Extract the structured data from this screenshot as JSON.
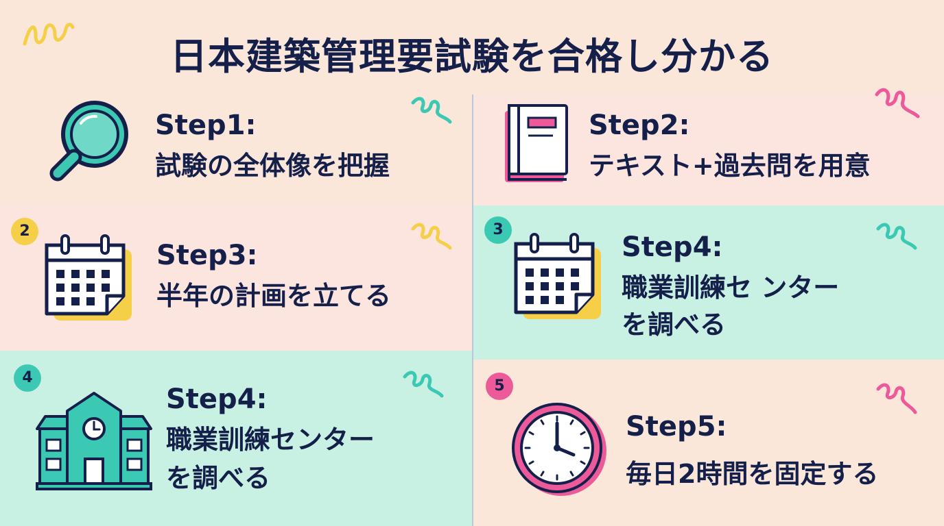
{
  "title": "日本建築管理要試験を合格し分かる",
  "colors": {
    "navy": "#15204a",
    "peach": "#fbe6da",
    "pink_bg": "#fce4df",
    "mint": "#c9f1e3",
    "teal": "#3cc9b4",
    "pink": "#ec5a9a",
    "yellow": "#f6cf49"
  },
  "steps": [
    {
      "label": "Step1:",
      "line1": "試験の全体像を把握",
      "line2": "",
      "icon": "magnifier-icon"
    },
    {
      "label": "Step2:",
      "line1": "テキスト+過去問を用意",
      "line2": "",
      "icon": "book-icon"
    },
    {
      "badge": "2",
      "label": "Step3:",
      "line1": "半年の計画を立てる",
      "line2": "",
      "icon": "calendar-icon"
    },
    {
      "badge": "3",
      "label": "Step4:",
      "line1": "職業訓練セ ンター",
      "line2": "を調べる",
      "icon": "calendar-icon"
    },
    {
      "badge": "4",
      "label": "Step4:",
      "line1": "職業訓練センター",
      "line2": "を調べる",
      "icon": "school-building-icon"
    },
    {
      "badge": "5",
      "label": "Step5:",
      "line1": "毎日2時間を固定する",
      "line2": "",
      "icon": "clock-icon"
    }
  ]
}
